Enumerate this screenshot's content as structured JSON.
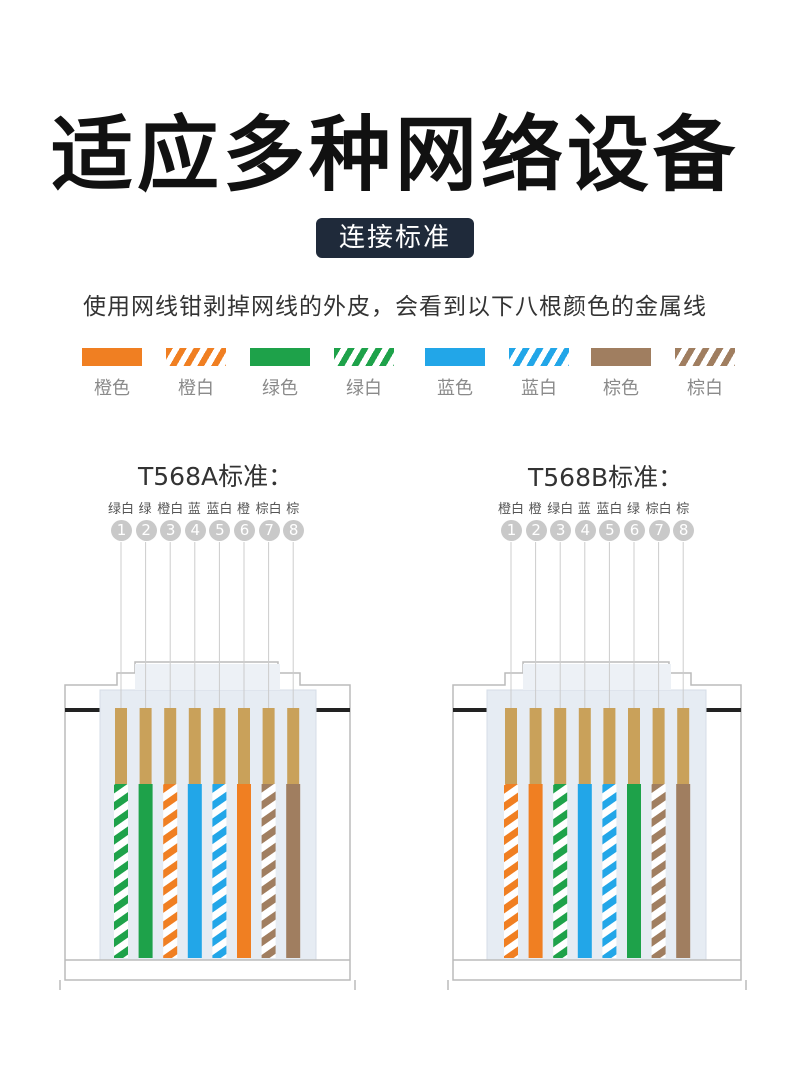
{
  "headline": "适应多种网络设备",
  "badge": "连接标准",
  "description": "使用网线钳剥掉网线的外皮，会看到以下八根颜色的金属线",
  "colors": {
    "orange": "#f07f22",
    "green": "#1ea24a",
    "blue": "#22a6e8",
    "brown": "#a07e60",
    "gold": "#c9a15a",
    "badge_bg": "#1f2a3a"
  },
  "swatches": [
    {
      "label": "橙色",
      "color": "orange",
      "striped": false
    },
    {
      "label": "橙白",
      "color": "orange",
      "striped": true
    },
    {
      "label": "绿色",
      "color": "green",
      "striped": false
    },
    {
      "label": "绿白",
      "color": "green",
      "striped": true
    },
    {
      "label": "蓝色",
      "color": "blue",
      "striped": false
    },
    {
      "label": "蓝白",
      "color": "blue",
      "striped": true
    },
    {
      "label": "棕色",
      "color": "brown",
      "striped": false
    },
    {
      "label": "棕白",
      "color": "brown",
      "striped": true
    }
  ],
  "standards": [
    {
      "title": "T568A标准：",
      "pins": [
        {
          "num": "1",
          "label": "绿白",
          "color": "green",
          "striped": true
        },
        {
          "num": "2",
          "label": "绿",
          "color": "green",
          "striped": false
        },
        {
          "num": "3",
          "label": "橙白",
          "color": "orange",
          "striped": true
        },
        {
          "num": "4",
          "label": "蓝",
          "color": "blue",
          "striped": false
        },
        {
          "num": "5",
          "label": "蓝白",
          "color": "blue",
          "striped": true
        },
        {
          "num": "6",
          "label": "橙",
          "color": "orange",
          "striped": false
        },
        {
          "num": "7",
          "label": "棕白",
          "color": "brown",
          "striped": true
        },
        {
          "num": "8",
          "label": "棕",
          "color": "brown",
          "striped": false
        }
      ]
    },
    {
      "title": "T568B标准：",
      "pins": [
        {
          "num": "1",
          "label": "橙白",
          "color": "orange",
          "striped": true
        },
        {
          "num": "2",
          "label": "橙",
          "color": "orange",
          "striped": false
        },
        {
          "num": "3",
          "label": "绿白",
          "color": "green",
          "striped": true
        },
        {
          "num": "4",
          "label": "蓝",
          "color": "blue",
          "striped": false
        },
        {
          "num": "5",
          "label": "蓝白",
          "color": "blue",
          "striped": true
        },
        {
          "num": "6",
          "label": "绿",
          "color": "green",
          "striped": false
        },
        {
          "num": "7",
          "label": "棕白",
          "color": "brown",
          "striped": true
        },
        {
          "num": "8",
          "label": "棕",
          "color": "brown",
          "striped": false
        }
      ]
    }
  ]
}
